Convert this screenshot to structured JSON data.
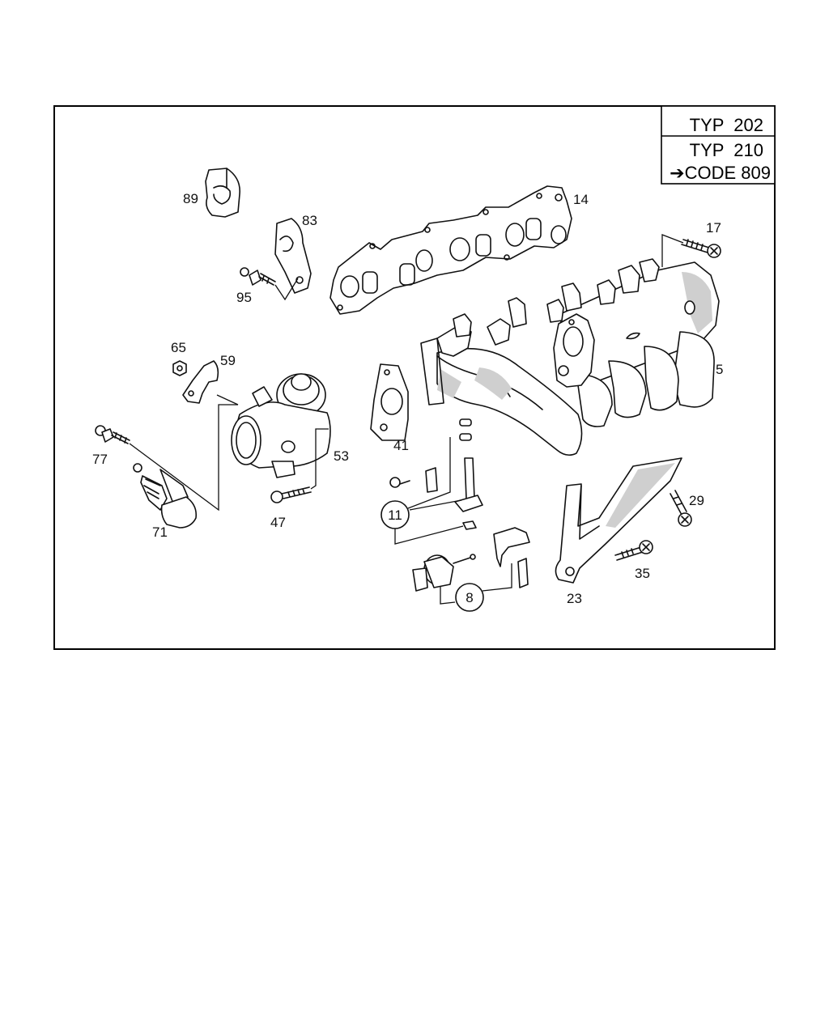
{
  "header": {
    "row1": "TYP  202",
    "row2": "TYP  210",
    "row3": "➔CODE 809"
  },
  "callouts": {
    "p5": "5",
    "p8": "8",
    "p11": "11",
    "p14": "14",
    "p17": "17",
    "p23": "23",
    "p29": "29",
    "p35": "35",
    "p41": "41",
    "p47": "47",
    "p53": "53",
    "p59": "59",
    "p65": "65",
    "p71": "71",
    "p77": "77",
    "p83": "83",
    "p89": "89",
    "p95": "95"
  }
}
